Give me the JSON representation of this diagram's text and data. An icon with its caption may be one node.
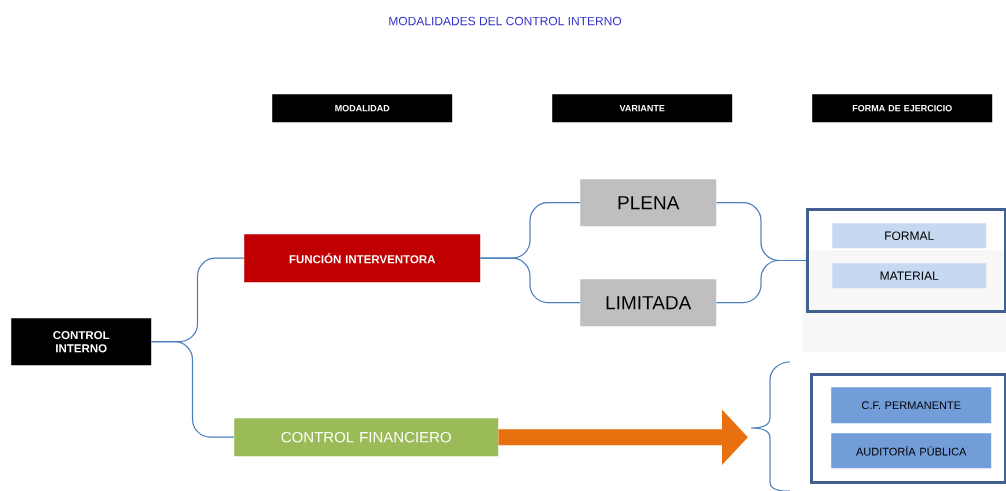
{
  "diagram": {
    "title": "MODALIDADES DEL CONTROL INTERNO",
    "nodes": [
      {
        "text": [
          "MODALIDAD"
        ]
      },
      {
        "text": [
          "VARIANTE"
        ]
      },
      {
        "text": [
          "FORMA DE EJERCICIO"
        ]
      },
      {
        "text": [
          "CONTROL INTERNO"
        ]
      },
      {
        "text": [
          "FUNCIÓN INTERVENTORA"
        ]
      },
      {
        "text": [
          "PLENA"
        ]
      },
      {
        "text": [
          "LIMITADA"
        ]
      },
      {
        "text": [],
        "shape": "box"
      },
      {
        "text": [
          "FORMAL"
        ],
        "in": 7
      },
      {
        "text": [
          "MATERIAL"
        ],
        "in": 7
      },
      {
        "text": [
          "CONTROL FINANCIERO"
        ]
      },
      {
        "text": [],
        "shape": "box"
      },
      {
        "text": [
          "C.F. PERMANENTE"
        ],
        "in": 11
      },
      {
        "text": [
          "AUDITORÍA PÚBLICA"
        ],
        "in": 11
      }
    ],
    "edges": [
      {
        "from": 3,
        "to": 4,
        "arrow": "none"
      },
      {
        "from": 3,
        "to": 10,
        "arrow": "none"
      },
      {
        "from": 4,
        "to": 5,
        "arrow": "none"
      },
      {
        "from": 4,
        "to": 6,
        "arrow": "none"
      },
      {
        "from": 5,
        "to": 7,
        "arrow": "none"
      },
      {
        "from": 6,
        "to": 7,
        "arrow": "none"
      },
      {
        "from": 10,
        "to": 11,
        "arrow": "to",
        "style": "thick",
        "color": "#e8700f"
      }
    ]
  }
}
